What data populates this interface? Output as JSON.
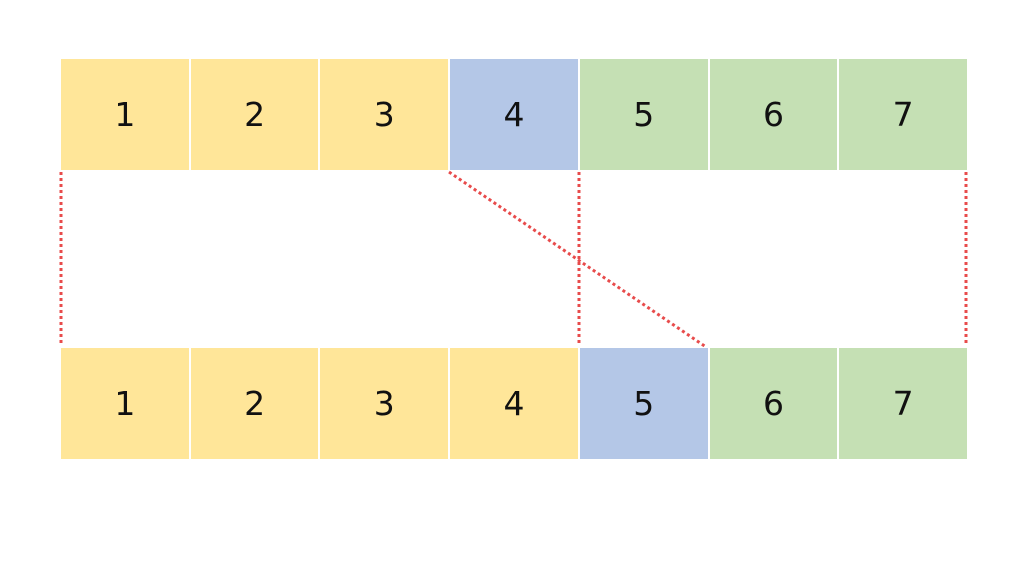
{
  "colors": {
    "yellow": "#FFE699",
    "blue": "#B4C7E7",
    "green": "#C5E0B4",
    "connector": "#E84B4B"
  },
  "top_row": [
    {
      "label": "1",
      "color": "yellow"
    },
    {
      "label": "2",
      "color": "yellow"
    },
    {
      "label": "3",
      "color": "yellow"
    },
    {
      "label": "4",
      "color": "blue"
    },
    {
      "label": "5",
      "color": "green"
    },
    {
      "label": "6",
      "color": "green"
    },
    {
      "label": "7",
      "color": "green"
    }
  ],
  "bottom_row": [
    {
      "label": "1",
      "color": "yellow"
    },
    {
      "label": "2",
      "color": "yellow"
    },
    {
      "label": "3",
      "color": "yellow"
    },
    {
      "label": "4",
      "color": "yellow"
    },
    {
      "label": "5",
      "color": "blue"
    },
    {
      "label": "6",
      "color": "green"
    },
    {
      "label": "7",
      "color": "green"
    }
  ]
}
